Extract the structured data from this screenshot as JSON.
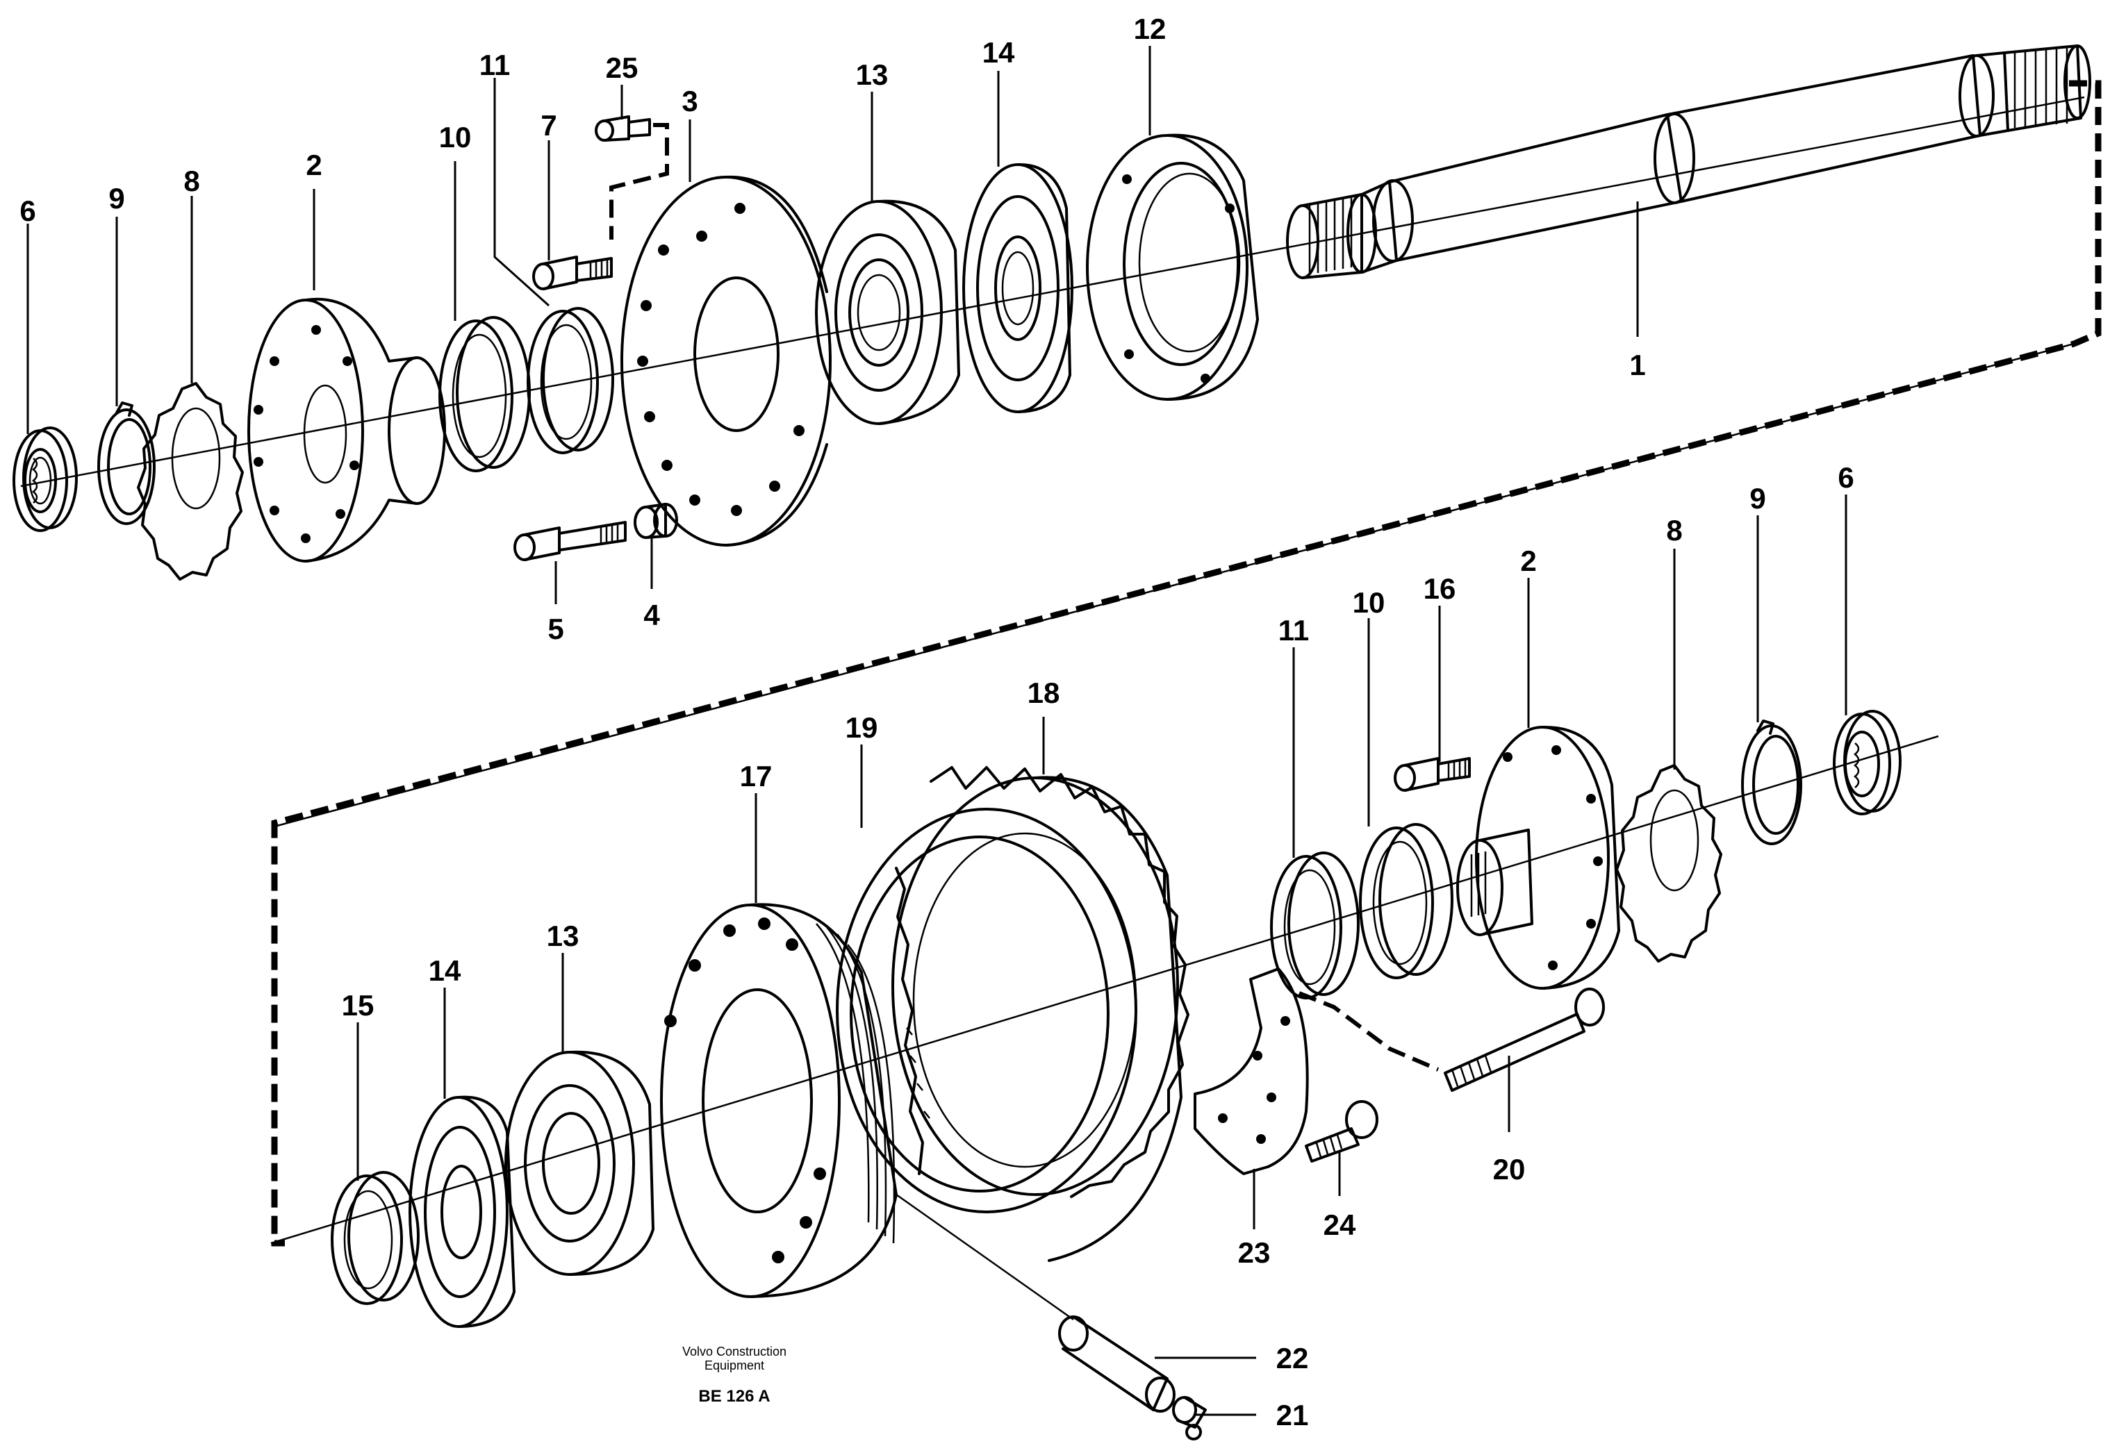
{
  "callouts": {
    "c1": "1",
    "c2a": "2",
    "c3": "3",
    "c4": "4",
    "c5": "5",
    "c6a": "6",
    "c7": "7",
    "c8a": "8",
    "c9a": "9",
    "c10a": "10",
    "c11a": "11",
    "c12": "12",
    "c13a": "13",
    "c14a": "14",
    "c25": "25",
    "c2b": "2",
    "c6b": "6",
    "c8b": "8",
    "c9b": "9",
    "c10b": "10",
    "c11b": "11",
    "c13b": "13",
    "c14b": "14",
    "c15": "15",
    "c16": "16",
    "c17": "17",
    "c18": "18",
    "c19": "19",
    "c20": "20",
    "c21": "21",
    "c22": "22",
    "c23": "23",
    "c24": "24"
  },
  "footer": {
    "brand_line1": "Volvo Construction",
    "brand_line2": "Equipment",
    "drawing_code": "BE 126 A"
  }
}
